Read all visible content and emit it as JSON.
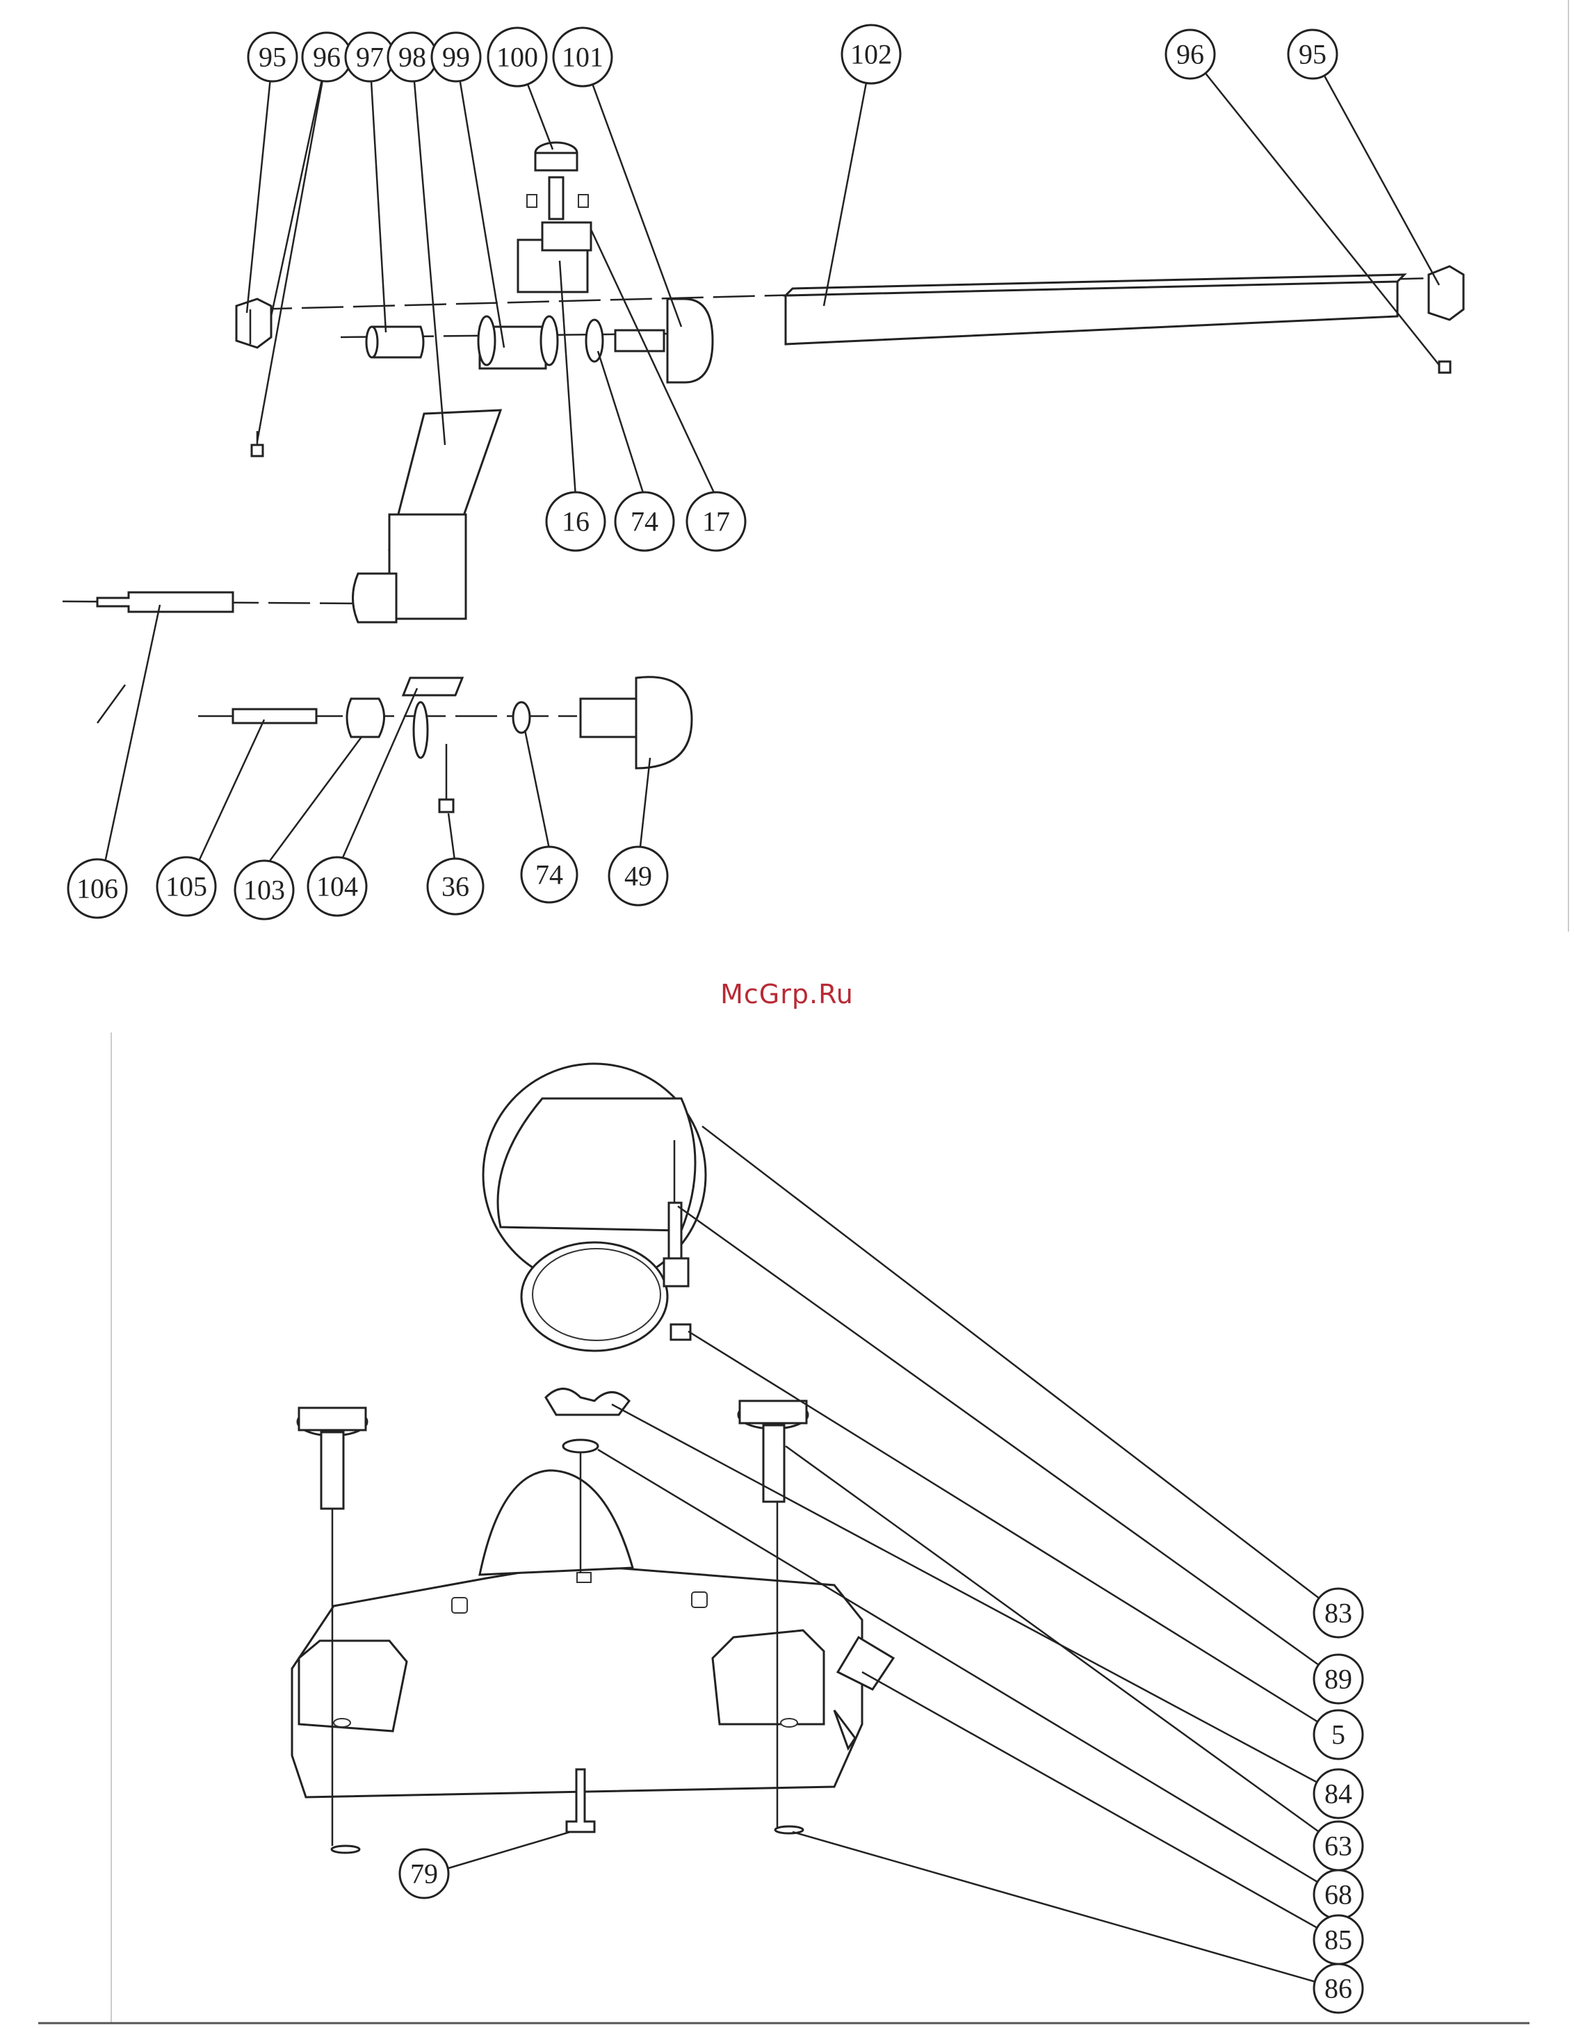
{
  "watermark": "McGrp.Ru",
  "top_diagram": {
    "labels": [
      "95",
      "96",
      "97",
      "98",
      "99",
      "100",
      "101",
      "102",
      "96",
      "95",
      "16",
      "74",
      "17",
      "106",
      "105",
      "103",
      "104",
      "36",
      "74",
      "49"
    ]
  },
  "bottom_diagram": {
    "labels": [
      "83",
      "89",
      "5",
      "84",
      "63",
      "68",
      "85",
      "86",
      "79"
    ]
  }
}
